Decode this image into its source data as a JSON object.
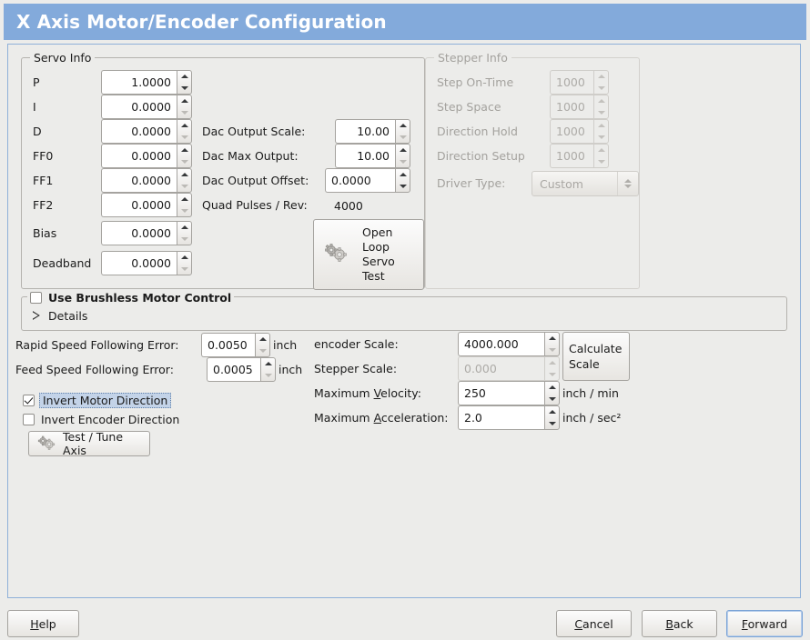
{
  "window": {
    "title": "X Axis Motor/Encoder Configuration",
    "title_bar_color": "#83aadb",
    "background_color": "#ececea"
  },
  "servo_info": {
    "legend": "Servo Info",
    "pid_rows": [
      {
        "label": "P",
        "value": "1.0000",
        "enabled": true
      },
      {
        "label": "I",
        "value": "0.0000",
        "enabled": true
      },
      {
        "label": "D",
        "value": "0.0000",
        "enabled": true
      },
      {
        "label": "FF0",
        "value": "0.0000",
        "enabled": true
      },
      {
        "label": "FF1",
        "value": "0.0000",
        "enabled": true
      },
      {
        "label": "FF2",
        "value": "0.0000",
        "enabled": true
      },
      {
        "label": "Bias",
        "value": "0.0000",
        "enabled": true
      },
      {
        "label": "Deadband",
        "value": "0.0000",
        "enabled": true
      }
    ],
    "dac_rows": [
      {
        "label": "Dac Output Scale:",
        "value": "10.00"
      },
      {
        "label": "Dac Max Output:",
        "value": "10.00"
      },
      {
        "label": "Dac Output Offset:",
        "value": "0.0000"
      }
    ],
    "quad_pulses": {
      "label": "Quad Pulses / Rev:",
      "value": "4000"
    },
    "open_loop_button": {
      "line1": "Open",
      "line2": "Loop",
      "line3": "Servo",
      "line4": "Test",
      "icon": "gears-icon"
    }
  },
  "stepper_info": {
    "legend": "Stepper Info",
    "enabled": false,
    "rows": [
      {
        "label": "Step On-Time",
        "value": "1000"
      },
      {
        "label": "Step Space",
        "value": "1000"
      },
      {
        "label": "Direction Hold",
        "value": "1000"
      },
      {
        "label": "Direction Setup",
        "value": "1000"
      }
    ],
    "driver_type": {
      "label": "Driver Type:",
      "value": "Custom"
    }
  },
  "brushless": {
    "legend": "Use Brushless Motor Control",
    "checked": false,
    "details_label": "Details",
    "details_expanded": false
  },
  "following_error": {
    "rapid": {
      "label": "Rapid Speed Following Error:",
      "value": "0.0050",
      "unit": "inch"
    },
    "feed": {
      "label": "Feed Speed Following Error:",
      "value": "0.0005",
      "unit": "inch"
    }
  },
  "invert": {
    "motor": {
      "label": "Invert Motor Direction",
      "checked": true,
      "focused": true
    },
    "encoder": {
      "label": "Invert Encoder Direction",
      "checked": false,
      "focused": false
    }
  },
  "test_tune_button": {
    "label": "Test / Tune Axis",
    "icon": "gears-icon"
  },
  "scale_section": {
    "encoder_scale": {
      "label": "encoder Scale:",
      "value": "4000.000",
      "enabled": true
    },
    "stepper_scale": {
      "label": "Stepper Scale:",
      "value": "0.000",
      "enabled": false
    },
    "max_velocity": {
      "label_pre": "Maximum ",
      "label_key": "V",
      "label_post": "elocity:",
      "value": "250",
      "unit": "inch / min"
    },
    "max_acceleration": {
      "label_pre": "Maximum ",
      "label_key": "A",
      "label_post": "cceleration:",
      "value": "2.0",
      "unit": "inch / sec²"
    },
    "calculate_button": {
      "line1": "Calculate",
      "line2": "Scale"
    }
  },
  "actions": {
    "help": {
      "key": "H",
      "pre": "",
      "post": "elp",
      "focused": false
    },
    "cancel": {
      "key": "C",
      "pre": "",
      "post": "ancel",
      "focused": false
    },
    "back": {
      "key": "B",
      "pre": "",
      "post": "ack",
      "focused": false
    },
    "forward": {
      "key": "F",
      "pre": "",
      "post": "orward",
      "focused": true
    }
  }
}
